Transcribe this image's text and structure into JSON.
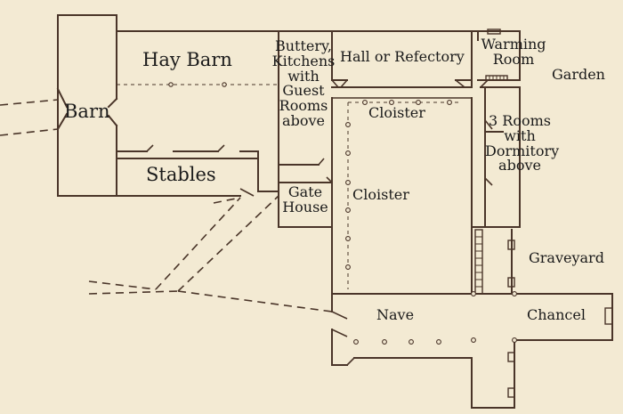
{
  "labels": {
    "hay_barn": "Hay Barn",
    "barn": "Barn",
    "stables": "Stables",
    "buttery": "Buttery,\nKitchens\nwith\nGuest\nRooms\nabove",
    "hall": "Hall or Refectory",
    "warming_room": "Warming\nRoom",
    "garden": "Garden",
    "cloister_north": "Cloister",
    "cloister_west": "Cloister",
    "three_rooms": "3 Rooms\nwith\nDormitory\nabove",
    "gate_house": "Gate\nHouse",
    "graveyard": "Graveyard",
    "nave": "Nave",
    "chancel": "Chancel"
  },
  "colors": {
    "background": "#f3ead3",
    "lines": "#4a3529",
    "text": "#1a1a1a"
  }
}
